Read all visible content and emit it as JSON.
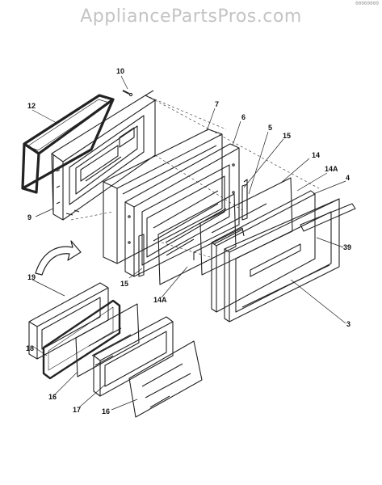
{
  "watermark": "AppliancePartsPros.com",
  "corner_code": "00000000",
  "callouts": [
    {
      "id": "c10",
      "text": "10"
    },
    {
      "id": "c12",
      "text": "12"
    },
    {
      "id": "c7",
      "text": "7"
    },
    {
      "id": "c6",
      "text": "6"
    },
    {
      "id": "c5",
      "text": "5"
    },
    {
      "id": "c15a",
      "text": "15"
    },
    {
      "id": "c14",
      "text": "14"
    },
    {
      "id": "c14a_top",
      "text": "14A"
    },
    {
      "id": "c4",
      "text": "4"
    },
    {
      "id": "c9",
      "text": "9"
    },
    {
      "id": "c39",
      "text": "39"
    },
    {
      "id": "c15b",
      "text": "15"
    },
    {
      "id": "c14a_bottom",
      "text": "14A"
    },
    {
      "id": "c3",
      "text": "3"
    },
    {
      "id": "c19",
      "text": "19"
    },
    {
      "id": "c18",
      "text": "18"
    },
    {
      "id": "c16a",
      "text": "16"
    },
    {
      "id": "c17",
      "text": "17"
    },
    {
      "id": "c16b",
      "text": "16"
    }
  ]
}
